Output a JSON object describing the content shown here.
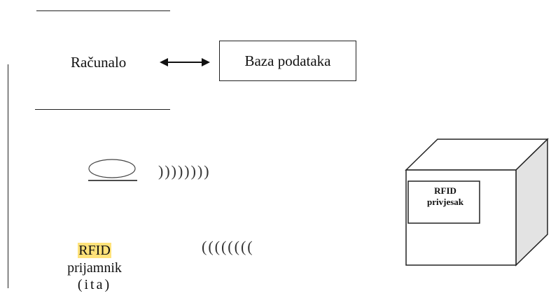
{
  "computer": {
    "label": "Računalo"
  },
  "database": {
    "label": "Baza podataka"
  },
  "reader": {
    "label_line1": "RFID",
    "label_line2": "prijamnik",
    "label_line3": "(ita)"
  },
  "waves": {
    "outgoing": "))))))))",
    "incoming": "(((((((("
  },
  "tag": {
    "label_line1": "RFID",
    "label_line2": "privjesak"
  }
}
